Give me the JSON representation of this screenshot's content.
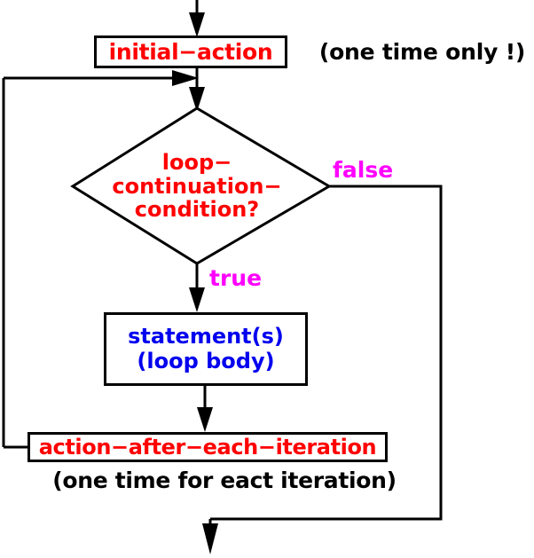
{
  "diagram": {
    "title": "for-loop flowchart",
    "colors": {
      "node_text_red": "#ff0000",
      "node_text_blue": "#0000ee",
      "edge_label_magenta": "#ff00ff",
      "annotation_black": "#000000",
      "stroke": "#000000",
      "background": "#ffffff"
    },
    "nodes": {
      "initial_action": {
        "label": "initial−action",
        "shape": "rectangle",
        "text_color": "#ff0000"
      },
      "initial_action_note": {
        "label": "(one time only !)",
        "shape": "annotation",
        "text_color": "#000000"
      },
      "condition": {
        "shape": "diamond",
        "text_color": "#ff0000",
        "line1": "loop−",
        "line2": "continuation−",
        "line3": "condition?"
      },
      "statement": {
        "shape": "rectangle",
        "text_color": "#0000ee",
        "line1": "statement(s)",
        "line2": "(loop body)"
      },
      "action_after_each_iteration": {
        "label": "action−after−each−iteration",
        "shape": "rectangle",
        "text_color": "#ff0000"
      },
      "action_note": {
        "label": "(one time for eact iteration)",
        "shape": "annotation",
        "text_color": "#000000"
      }
    },
    "edge_labels": {
      "false": "false",
      "true": "true"
    }
  }
}
